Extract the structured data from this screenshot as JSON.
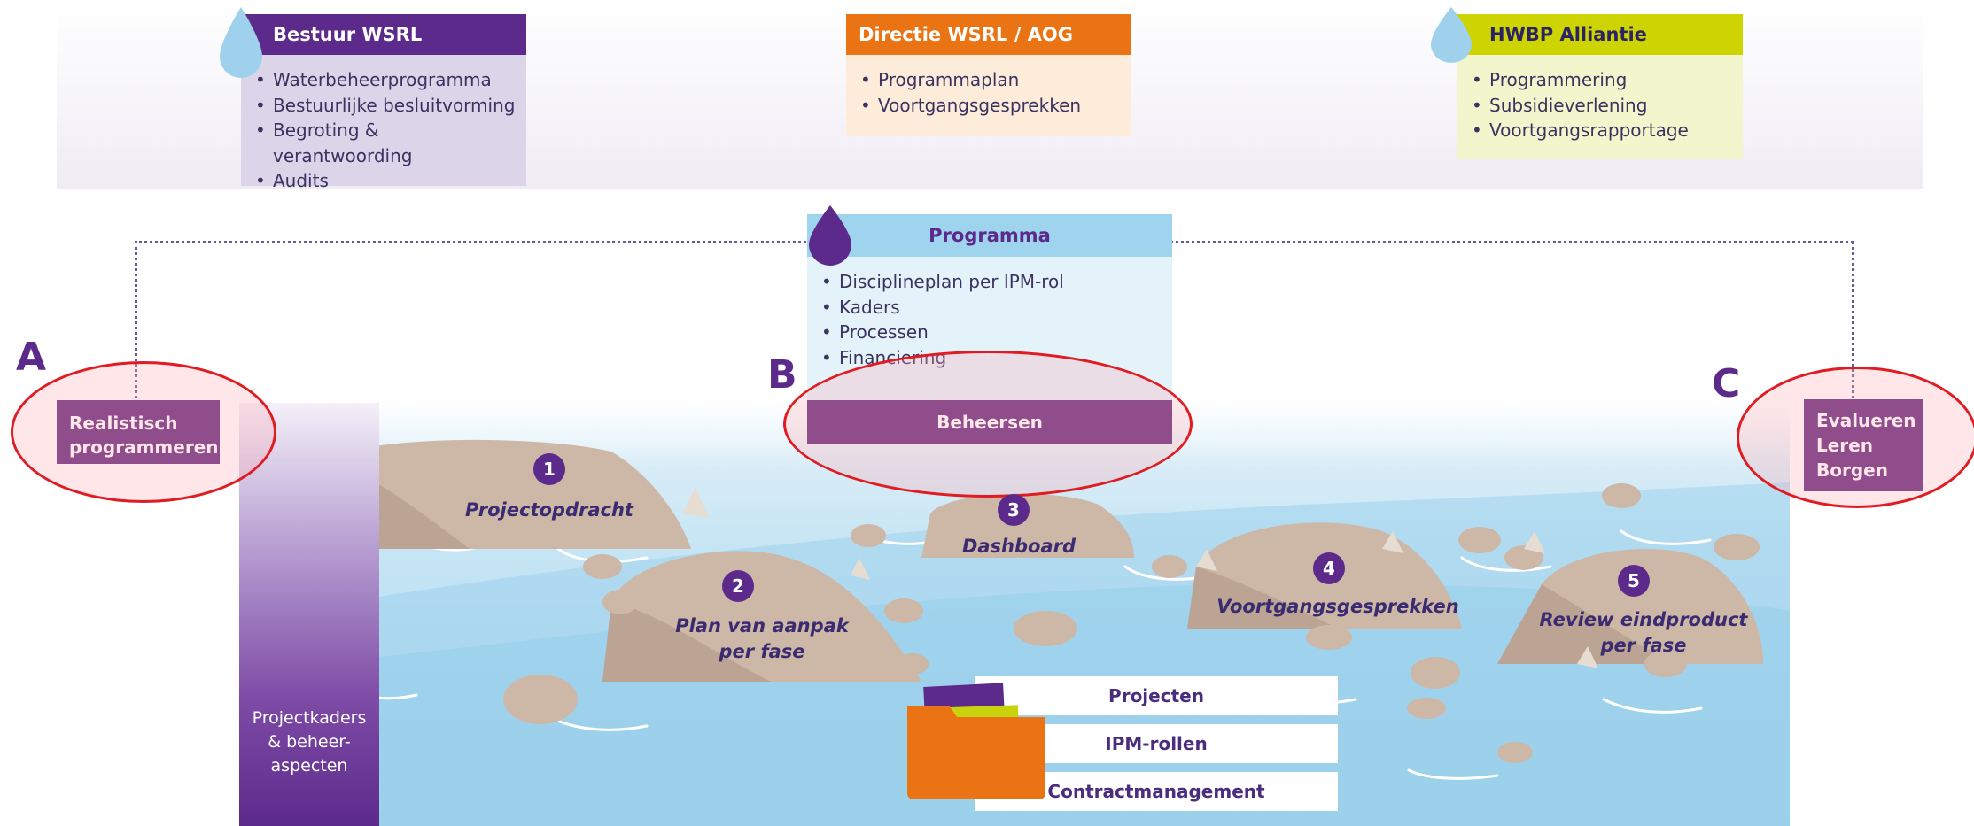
{
  "top_boxes": {
    "bestuur": {
      "title": "Bestuur WSRL",
      "items": [
        "Waterbeheerprogramma",
        "Bestuurlijke besluitvorming",
        "Begroting & verantwoording",
        "Audits"
      ]
    },
    "directie": {
      "title": "Directie WSRL / AOG",
      "items": [
        "Programmaplan",
        "Voortgangsgesprekken"
      ]
    },
    "hwbp": {
      "title": "HWBP Alliantie",
      "items": [
        "Programmering",
        "Subsidieverlening",
        "Voortgangsrapportage"
      ]
    }
  },
  "programma": {
    "title": "Programma",
    "items": [
      "Disciplineplan per IPM-rol",
      "Kaders",
      "Processen",
      "Financiering"
    ]
  },
  "markers": {
    "a": "A",
    "b": "B",
    "c": "C"
  },
  "left_box": {
    "line1": "Realistisch",
    "line2": "programmeren"
  },
  "center_box": {
    "label": "Beheersen"
  },
  "right_box": {
    "line1": "Evalueren",
    "line2": "Leren",
    "line3": "Borgen"
  },
  "side_bar": {
    "line1": "Projectkaders",
    "line2": "& beheer-",
    "line3": "aspecten"
  },
  "steps": [
    {
      "num": "1",
      "label1": "Projectopdracht",
      "label2": ""
    },
    {
      "num": "2",
      "label1": "Plan van aanpak",
      "label2": "per fase"
    },
    {
      "num": "3",
      "label1": "Dashboard",
      "label2": ""
    },
    {
      "num": "4",
      "label1": "Voortgangsgesprekken",
      "label2": ""
    },
    {
      "num": "5",
      "label1": "Review eindproduct",
      "label2": "per fase"
    }
  ],
  "folder_lanes": [
    "Projecten",
    "IPM-rollen",
    "Contractmanagement"
  ],
  "colors": {
    "purple": "#5c2a8b",
    "orange": "#ea7314",
    "lime": "#cdd401",
    "water": "#a9d8ef",
    "stone": "#cdb7a6",
    "highlight": "#e11b22"
  }
}
